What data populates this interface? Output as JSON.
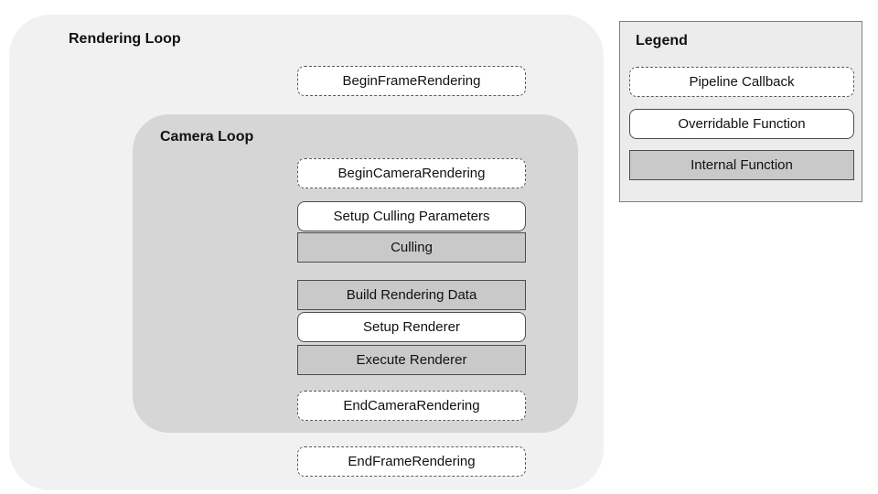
{
  "rendering_loop": {
    "title": "Rendering Loop",
    "nodes": [
      {
        "label": "BeginFrameRendering",
        "type": "pipeline-callback"
      },
      {
        "label": "EndFrameRendering",
        "type": "pipeline-callback"
      }
    ]
  },
  "camera_loop": {
    "title": "Camera Loop",
    "nodes": [
      {
        "label": "BeginCameraRendering",
        "type": "pipeline-callback"
      },
      {
        "label": "Setup Culling Parameters",
        "type": "overridable-function"
      },
      {
        "label": "Culling",
        "type": "internal-function"
      },
      {
        "label": "Build Rendering Data",
        "type": "internal-function"
      },
      {
        "label": "Setup Renderer",
        "type": "overridable-function"
      },
      {
        "label": "Execute Renderer",
        "type": "internal-function"
      },
      {
        "label": "EndCameraRendering",
        "type": "pipeline-callback"
      }
    ]
  },
  "legend": {
    "title": "Legend",
    "items": [
      {
        "label": "Pipeline Callback",
        "type": "pipeline-callback"
      },
      {
        "label": "Overridable Function",
        "type": "overridable-function"
      },
      {
        "label": "Internal Function",
        "type": "internal-function"
      }
    ]
  },
  "colors": {
    "page_bg": "#ffffff",
    "rendering_loop_bg": "#f1f1f1",
    "camera_loop_bg": "#d6d6d6",
    "internal_fill": "#c9c9c9",
    "box_border": "#4d4d4d",
    "dashed_border": "#595959",
    "legend_bg": "#ececec",
    "legend_border": "#7f7f7f",
    "text_color": "#111111"
  }
}
